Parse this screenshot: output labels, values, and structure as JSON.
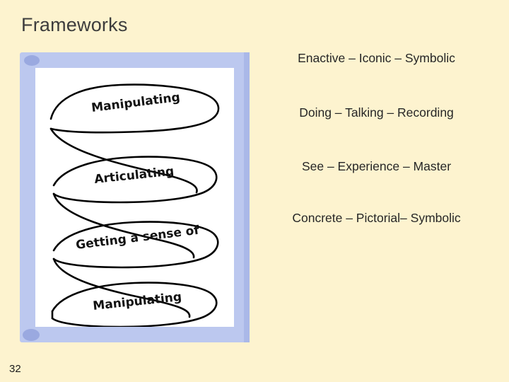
{
  "slide": {
    "title": "Frameworks",
    "page_number": "32"
  },
  "frameworks": [
    "Enactive – Iconic – Symbolic",
    "Doing – Talking – Recording",
    "See – Experience – Master",
    "Concrete – Pictorial– Symbolic"
  ],
  "diagram": {
    "alt": "hand-drawn spiral with four ribbon banners",
    "ribbons": [
      "Manipulating",
      "Articulating",
      "Getting a sense of",
      "Manipulating"
    ]
  },
  "colors": {
    "background": "#fdf3cf",
    "frame": "#bcc8ef",
    "page": "#ffffff",
    "title": "#3d3d3d",
    "text": "#262626"
  }
}
